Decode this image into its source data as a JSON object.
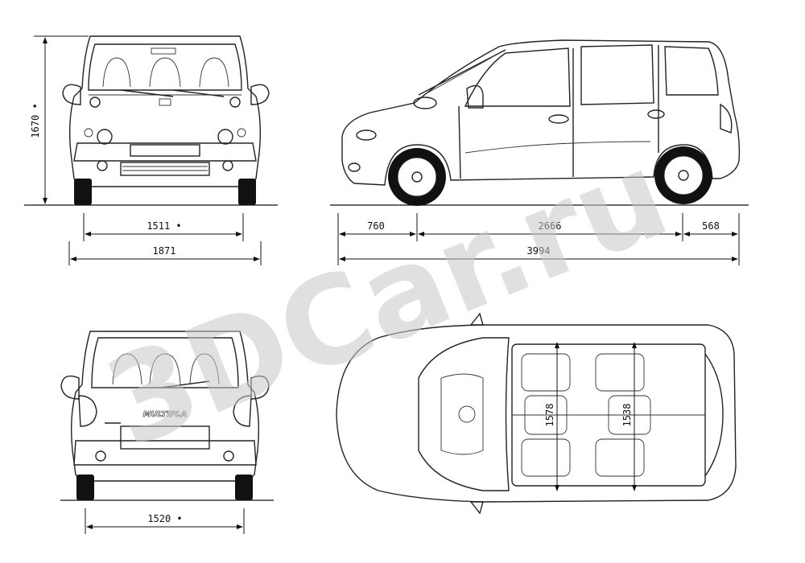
{
  "watermark": "3DCar.ru",
  "badge_text": "MULTIPLA",
  "dimensions": {
    "height": "1670 •",
    "front_track": "1511 •",
    "width": "1871",
    "front_overhang": "760",
    "wheelbase": "2666",
    "rear_overhang": "568",
    "length": "3994",
    "rear_track": "1520 •",
    "interior_width_front": "1578",
    "interior_width_rear": "1538"
  },
  "colors": {
    "line": "#222222",
    "watermark": "#c8c8c8",
    "background": "#ffffff"
  }
}
